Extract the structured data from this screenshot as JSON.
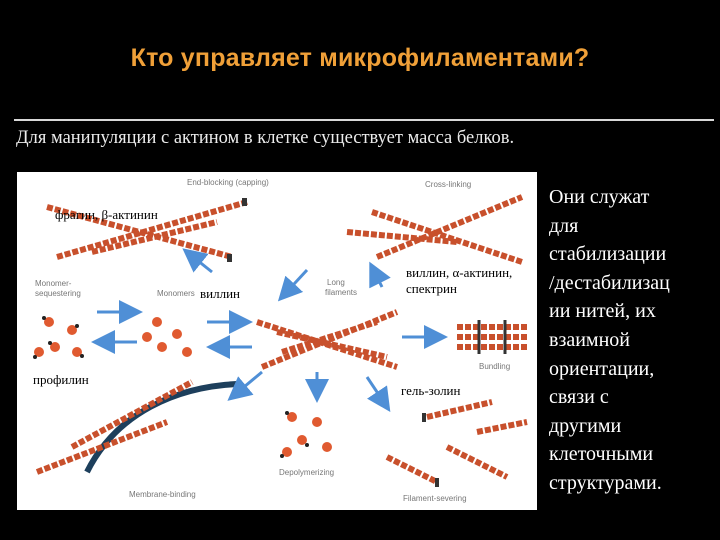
{
  "slide": {
    "title": "Кто управляет микрофиламентами?",
    "subtitle": "Для манипуляции с актином в клетке существует масса белков."
  },
  "diagram": {
    "process_labels": {
      "end_blocking": "End-blocking (capping)",
      "cross_linking": "Cross-linking",
      "monomer_sequestering_1": "Monomer-",
      "monomer_sequestering_2": "sequestering",
      "monomers": "Monomers",
      "long_filaments_1": "Long",
      "long_filaments_2": "filaments",
      "bundling": "Bundling",
      "depolymerizing": "Depolymerizing",
      "membrane_binding": "Membrane-binding",
      "filament_severing": "Filament-severing"
    },
    "protein_labels": {
      "fragin": "фрагин, β-актинин",
      "villin": "виллин",
      "villin_actinin": "виллин, α-актинин,",
      "spectrin": "спектрин",
      "profilin": "профилин",
      "gel_sol": "гель-золин"
    }
  },
  "side_text": [
    "Они служат",
    "для",
    "стабилизации",
    "/дестабилизац",
    "ии нитей, их",
    "взаимной",
    "ориентации,",
    "связи с",
    "другими",
    "клеточными",
    "структурами."
  ],
  "colors": {
    "title": "#f0a038",
    "filament": "#c8502c",
    "arrow": "#4f8fd6",
    "membrane": "#1d3f5c"
  }
}
